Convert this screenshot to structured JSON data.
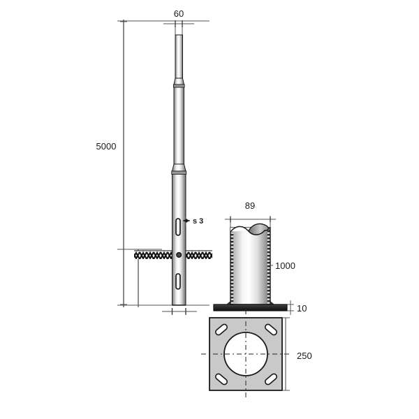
{
  "drawing": {
    "title": "Steel lighting pole with base tube and base plate",
    "background_color": "#ffffff",
    "line_color": "#1a1a1a",
    "dim_line_color": "#555555",
    "plate_fill": "#c9c9c9",
    "hatch_color": "#111111"
  },
  "views": {
    "elevation": {
      "name": "pole-elevation-view",
      "dimensions": {
        "top_diameter": {
          "label": "60",
          "position": "top"
        },
        "total_height": {
          "label": "5000",
          "position": "left"
        },
        "wall_thickness": {
          "label": "s 3",
          "position": "right-leader"
        }
      },
      "features": {
        "ground_line_label": "",
        "sections": 3
      }
    },
    "base_tube": {
      "name": "base-tube-view",
      "dimensions": {
        "diameter": {
          "label": "89",
          "position": "top"
        },
        "length": {
          "label": "1000",
          "position": "right"
        },
        "plate_thickness": {
          "label": "10",
          "position": "right"
        }
      }
    },
    "base_plate_plan": {
      "name": "base-plate-plan-view",
      "dimensions": {
        "side": {
          "label": "250",
          "position": "right"
        }
      },
      "features": {
        "center_hole": "circular-bore",
        "corner_slots": 4
      }
    }
  },
  "labels": {
    "dim_60": "60",
    "dim_5000": "5000",
    "dim_s3": "s 3",
    "dim_89": "89",
    "dim_1000": "1000",
    "dim_10": "10",
    "dim_250": "250"
  }
}
